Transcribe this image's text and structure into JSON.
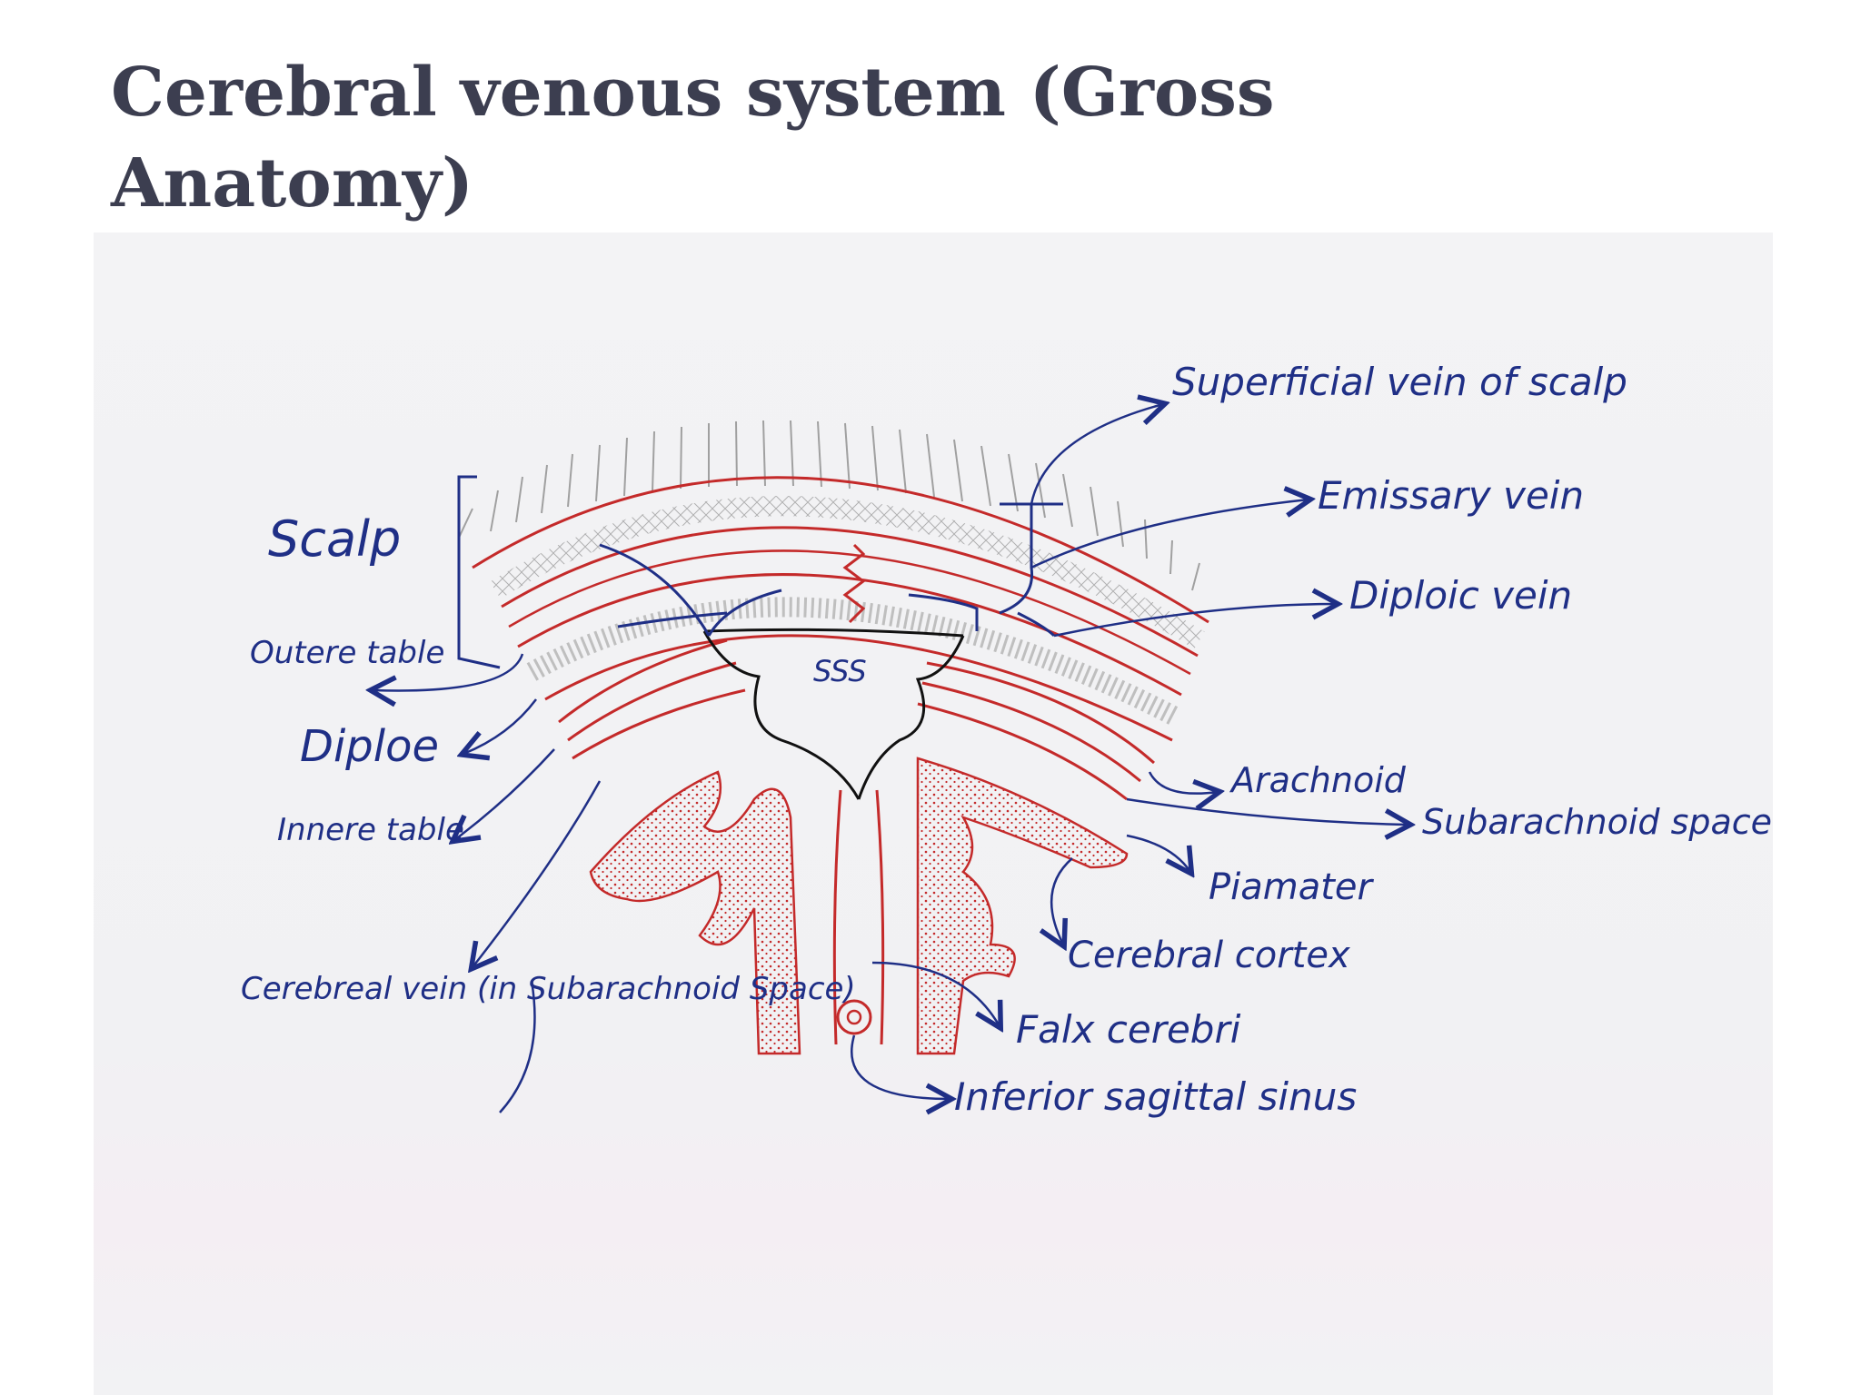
{
  "title": "Cerebral venous system (Gross Anatomy)",
  "labels": {
    "scalp": "Scalp",
    "outer_table": "Outere table",
    "diploe": "Diploe",
    "inner_table": "Innere table",
    "cerebral_vein": "Cerebreal vein (in Subarachnoid Space)",
    "sss": "SSS",
    "superficial_vein": "Superficial vein of scalp",
    "emissary_vein": "Emissary vein",
    "diploic_vein": "Diploic vein",
    "arachnoid": "Arachnoid",
    "subarachnoid_space": "Subarachnoid space",
    "piamater": "Piamater",
    "cerebral_cortex": "Cerebral cortex",
    "falx_cerebri": "Falx cerebri",
    "inferior_sagittal_sinus": "Inferior sagittal sinus"
  },
  "colors": {
    "ink_blue": "#1f2f86",
    "ink_red": "#c42a2a",
    "hatch_gray": "#9a9a9a",
    "title": "#3c3e50"
  }
}
